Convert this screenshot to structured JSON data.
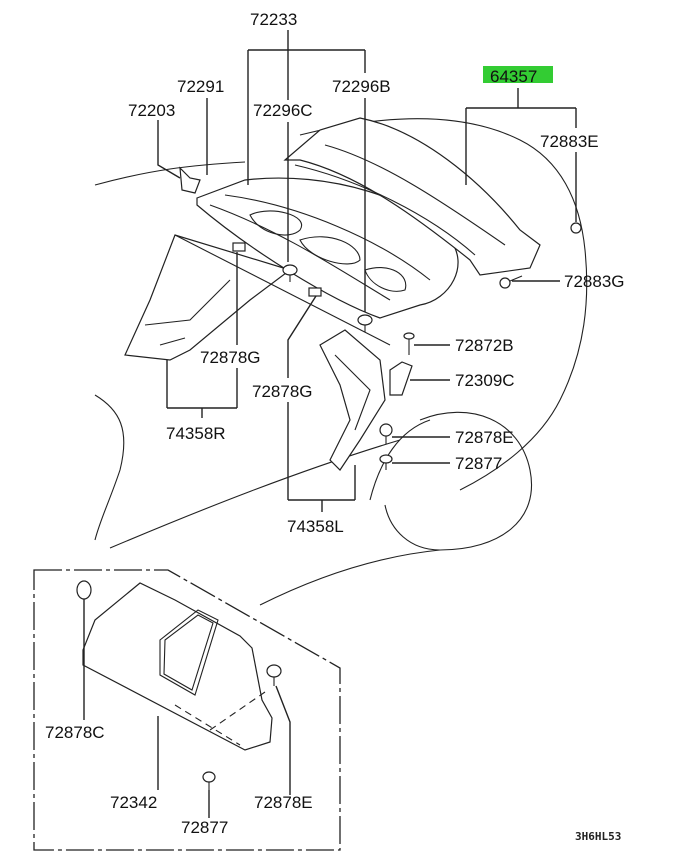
{
  "diagram": {
    "code": "3H6HL53",
    "highlight_color": "#33cc33",
    "labels": {
      "l72233": "72233",
      "l72291": "72291",
      "l72203": "72203",
      "l72296C": "72296C",
      "l72296B": "72296B",
      "l64357": "64357",
      "l72883E": "72883E",
      "l72883G": "72883G",
      "l72872B": "72872B",
      "l72309C": "72309C",
      "l72878E_top": "72878E",
      "l72877_top": "72877",
      "l72878G_a": "72878G",
      "l72878G_b": "72878G",
      "l74358R": "74358R",
      "l74358L": "74358L",
      "l72878C": "72878C",
      "l72342": "72342",
      "l72878E_box": "72878E",
      "l72877_box": "72877"
    },
    "highlighted_part": "64357"
  }
}
